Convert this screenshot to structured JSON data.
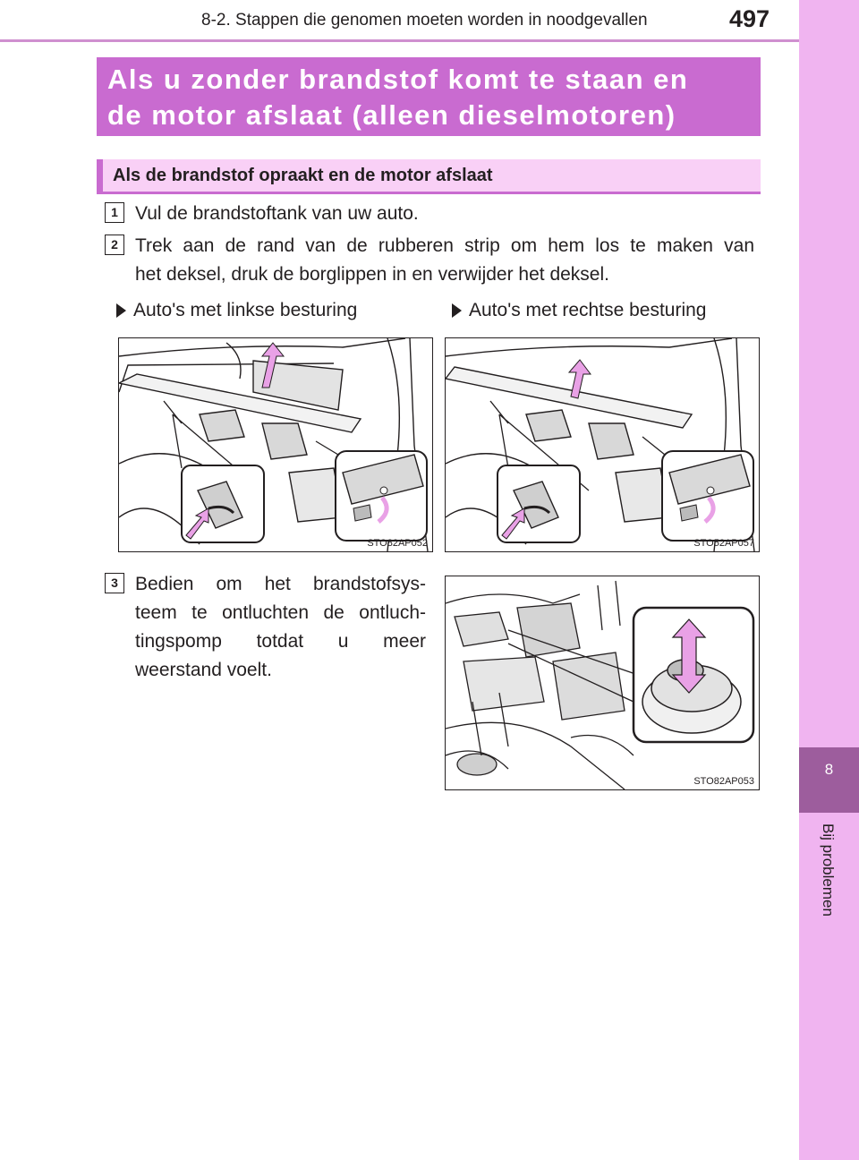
{
  "header": {
    "section": "8-2. Stappen die genomen moeten worden in noodgevallen",
    "page_number": "497"
  },
  "sidebar": {
    "chapter": "8",
    "label": "Bij problemen"
  },
  "title": {
    "line1": "Als u zonder brandstof komt te staan en",
    "line2": "de motor afslaat (alleen dieselmotoren)"
  },
  "subheading": "Als de brandstof opraakt en de motor afslaat",
  "steps": [
    {
      "number": "1",
      "lines": [
        "Vul de brandstoftank van uw auto."
      ]
    },
    {
      "number": "2",
      "lines": [
        "Trek aan de rand van de rubberen strip om hem los te maken van",
        "het deksel, druk de borglippen in en verwijder het deksel."
      ]
    },
    {
      "number": "3",
      "lines": [
        "Bedien om het brandstofsys-",
        "teem te ontluchten de ontluch-",
        "tingspomp totdat u meer",
        "weerstand voelt."
      ]
    }
  ],
  "captions": {
    "left": "Auto's met linkse besturing",
    "right": "Auto's met rechtse besturing"
  },
  "figures": {
    "left_code": "STO82AP052",
    "right_code": "STO52AP057",
    "pump_code": "STO82AP053"
  },
  "colors": {
    "accent": "#c96bd0",
    "sidebar": "#f0b4f0",
    "tab": "#9d5d9d",
    "subheading_bg": "#f9d0f6",
    "arrow": "#e9a1e6"
  }
}
